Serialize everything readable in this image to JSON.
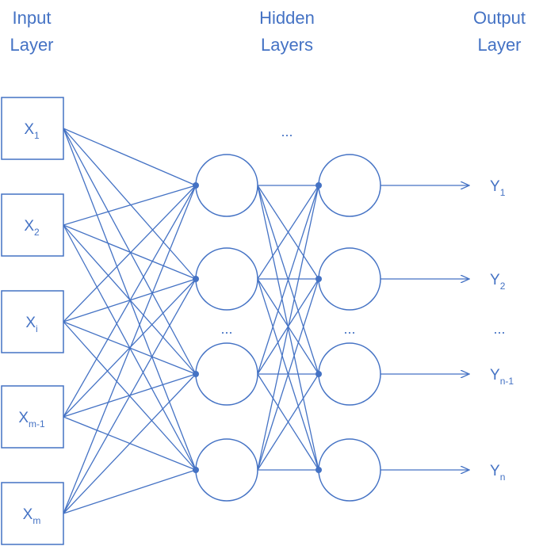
{
  "headers": {
    "input": [
      "Input",
      "Layer"
    ],
    "hidden": [
      "Hidden",
      "Layers"
    ],
    "output": [
      "Output",
      "Layer"
    ]
  },
  "inputs": [
    {
      "base": "X",
      "sub": "1"
    },
    {
      "base": "X",
      "sub": "2"
    },
    {
      "base": "X",
      "sub": "i"
    },
    {
      "base": "X",
      "sub": "m-1"
    },
    {
      "base": "X",
      "sub": "m"
    }
  ],
  "outputs": [
    {
      "base": "Y",
      "sub": "1"
    },
    {
      "base": "Y",
      "sub": "2"
    },
    {
      "base": "Y",
      "sub": "n-1"
    },
    {
      "base": "Y",
      "sub": "n"
    }
  ],
  "ellipsis": "...",
  "colors": {
    "accent": "#4472c4"
  }
}
